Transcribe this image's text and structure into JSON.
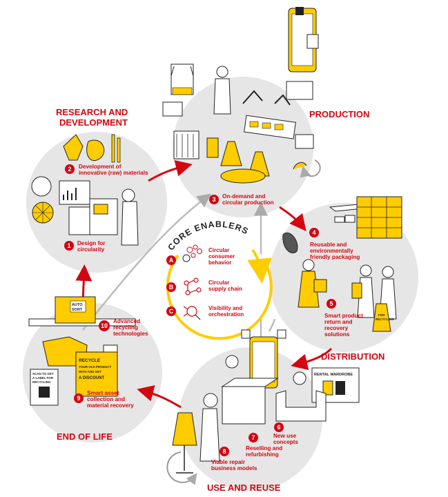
{
  "colors": {
    "accent": "#d40511",
    "yellow": "#ffcc00",
    "circle": "#e6e6e6",
    "ink": "#222222"
  },
  "stages": {
    "research": "RESEARCH AND DEVELOPMENT",
    "production": "PRODUCTION",
    "distribution": "DISTRIBUTION",
    "use_reuse": "USE AND REUSE",
    "end_of_life": "END OF LIFE"
  },
  "steps": [
    {
      "num": "1",
      "lines": [
        "Design for",
        "circularity"
      ]
    },
    {
      "num": "2",
      "lines": [
        "Development of",
        "innovative (raw) materials"
      ]
    },
    {
      "num": "3",
      "lines": [
        "On-demand and",
        "circular production"
      ]
    },
    {
      "num": "4",
      "lines": [
        "Reusable and",
        "environmentally",
        "friendly packaging"
      ]
    },
    {
      "num": "5",
      "lines": [
        "Smart product",
        "return and",
        "recovery",
        "solutions"
      ]
    },
    {
      "num": "6",
      "lines": [
        "New use",
        "concepts"
      ]
    },
    {
      "num": "7",
      "lines": [
        "Reselling and",
        "refurbishing"
      ]
    },
    {
      "num": "8",
      "lines": [
        "Viable repair",
        "business models"
      ]
    },
    {
      "num": "9",
      "lines": [
        "Smart asset",
        "collection and",
        "material recovery"
      ]
    },
    {
      "num": "10",
      "lines": [
        "Advanced",
        "recycling",
        "technologies"
      ]
    }
  ],
  "core": {
    "title": "CORE ENABLERS",
    "items": [
      {
        "letter": "A",
        "lines": [
          "Circular",
          "consumer",
          "behavior"
        ]
      },
      {
        "letter": "B",
        "lines": [
          "Circular",
          "supply chain"
        ]
      },
      {
        "letter": "C",
        "lines": [
          "Visibility and",
          "orchestration"
        ]
      }
    ]
  },
  "illustration_text": {
    "auto_sort": [
      "AUTO",
      "SORT"
    ],
    "rental": "RENTAL WARDROBE",
    "recycle_bin": [
      "RECYCLE",
      "YOUR OLD PRODUCT",
      "WITH AND GET",
      "A DISCOUNT"
    ],
    "scan_card": [
      "SCAN TO GET",
      "A LABEL FOR",
      "RECYCLING"
    ],
    "bag": [
      "FOR",
      "RECYCLING"
    ]
  }
}
